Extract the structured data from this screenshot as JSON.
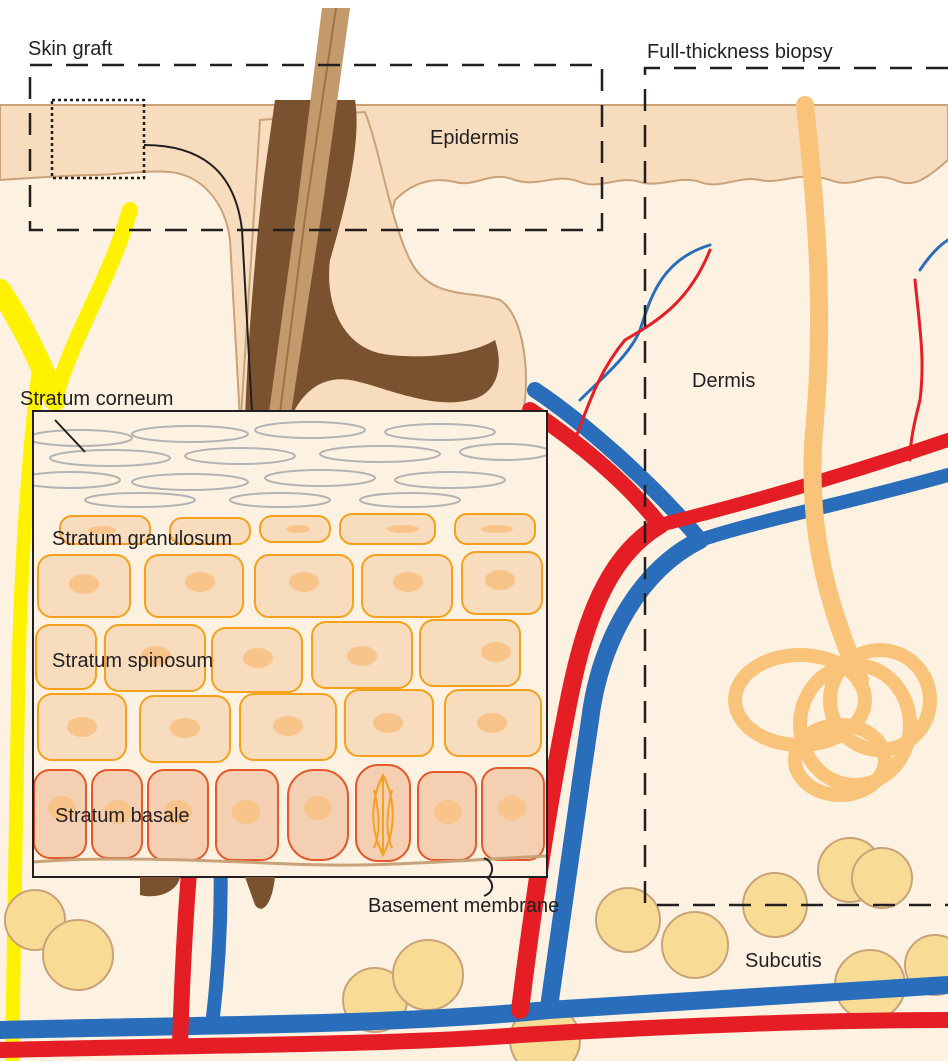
{
  "labels": {
    "skin_graft": "Skin graft",
    "full_thickness_biopsy": "Full-thickness biopsy",
    "epidermis": "Epidermis",
    "dermis": "Dermis",
    "stratum_corneum": "Stratum corneum",
    "stratum_granulosum": "Stratum granulosum",
    "stratum_spinosum": "Stratum spinosum",
    "stratum_basale": "Stratum basale",
    "basement_membrane": "Basement membrane",
    "subcutis": "Subcutis"
  },
  "colors": {
    "epidermis": "#f7dcbd",
    "dermis": "#fdf2e1",
    "artery": "#e51e25",
    "vein": "#2a6ebb",
    "nerve": "#fff200",
    "hair": "#7b5230",
    "fat": "#f8dc96",
    "sweat_gland": "#f9c47a",
    "cell_border": "#f7a01c"
  }
}
